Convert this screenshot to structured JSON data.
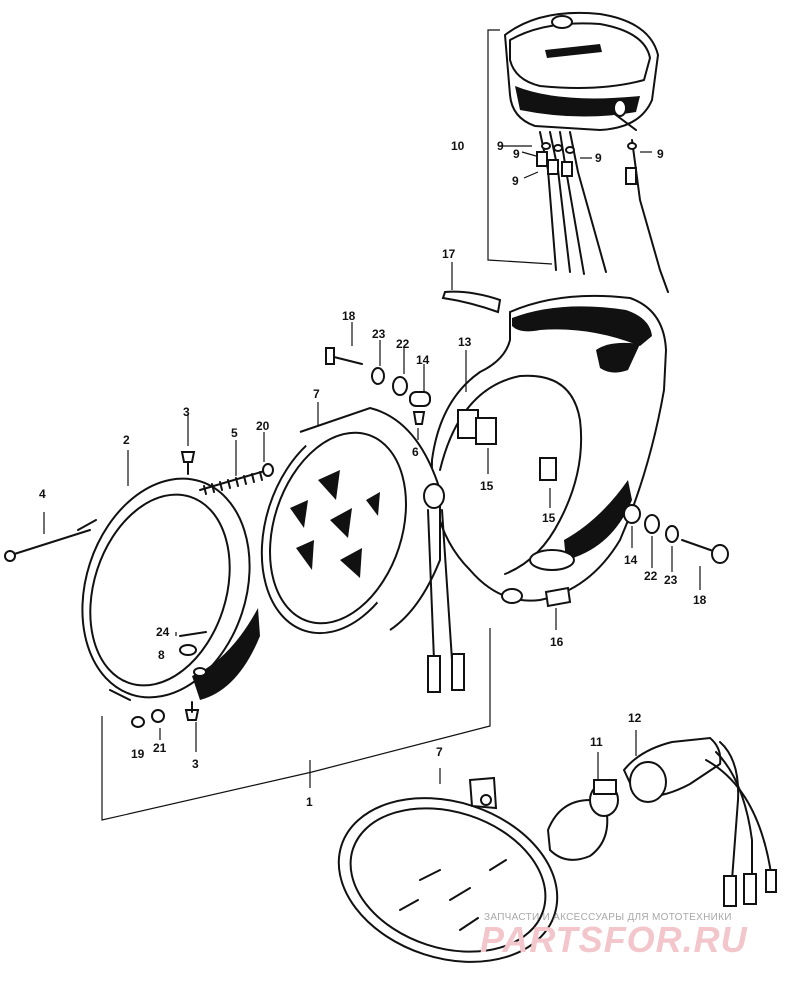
{
  "labels": [
    "1",
    "2",
    "3",
    "3",
    "4",
    "5",
    "6",
    "7",
    "7",
    "8",
    "9",
    "9",
    "9",
    "9",
    "9",
    "10",
    "11",
    "12",
    "13",
    "14",
    "14",
    "15",
    "15",
    "16",
    "17",
    "18",
    "18",
    "19",
    "20",
    "21",
    "22",
    "22",
    "23",
    "23",
    "24"
  ],
  "watermark": {
    "line1": "ЗАПЧАСТИ И АКСЕССУАРЫ ДЛЯ МОТОТЕХНИКИ",
    "line2": "PARTSFOR.RU"
  },
  "colors": {
    "ink": "#111111",
    "watermark_text": "#a8a8a8",
    "watermark_logo": "#f3c6cb"
  }
}
